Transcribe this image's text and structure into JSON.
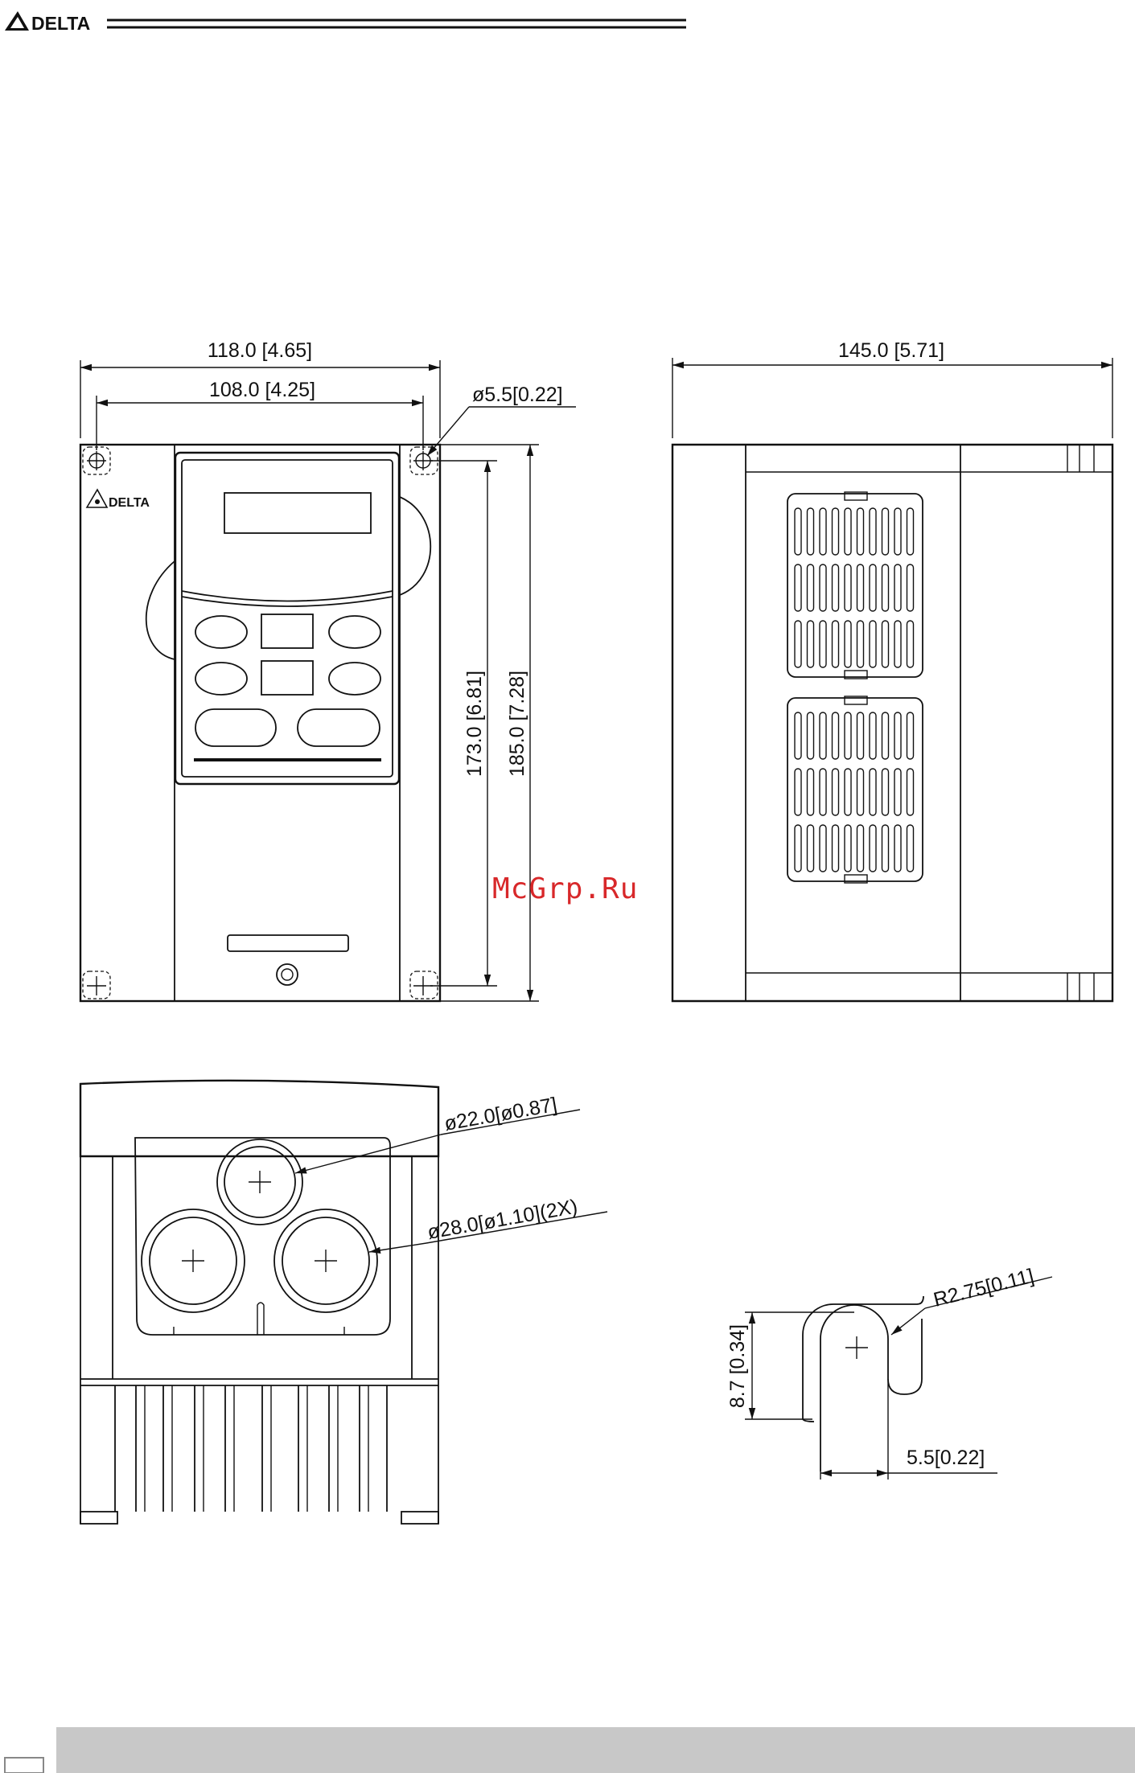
{
  "header": {
    "brand": "DELTA"
  },
  "drawing": {
    "front_view": {
      "width_overall": "118.0 [4.65]",
      "width_holes": "108.0 [4.25]",
      "hole_dia": "ø5.5[0.22]",
      "height_holes": "173.0 [6.81]",
      "height_overall": "185.0 [7.28]",
      "brand_label": "DELTA"
    },
    "side_view": {
      "depth": "145.0 [5.71]"
    },
    "bottom_view": {
      "knockout_small": "ø22.0[ø0.87]",
      "knockout_large": "ø28.0[ø1.10](2X)"
    },
    "slot_detail": {
      "radius": "R2.75[0.11]",
      "height": "8.7 [0.34]",
      "width": "5.5[0.22]"
    }
  },
  "watermark": "McGrp.Ru"
}
